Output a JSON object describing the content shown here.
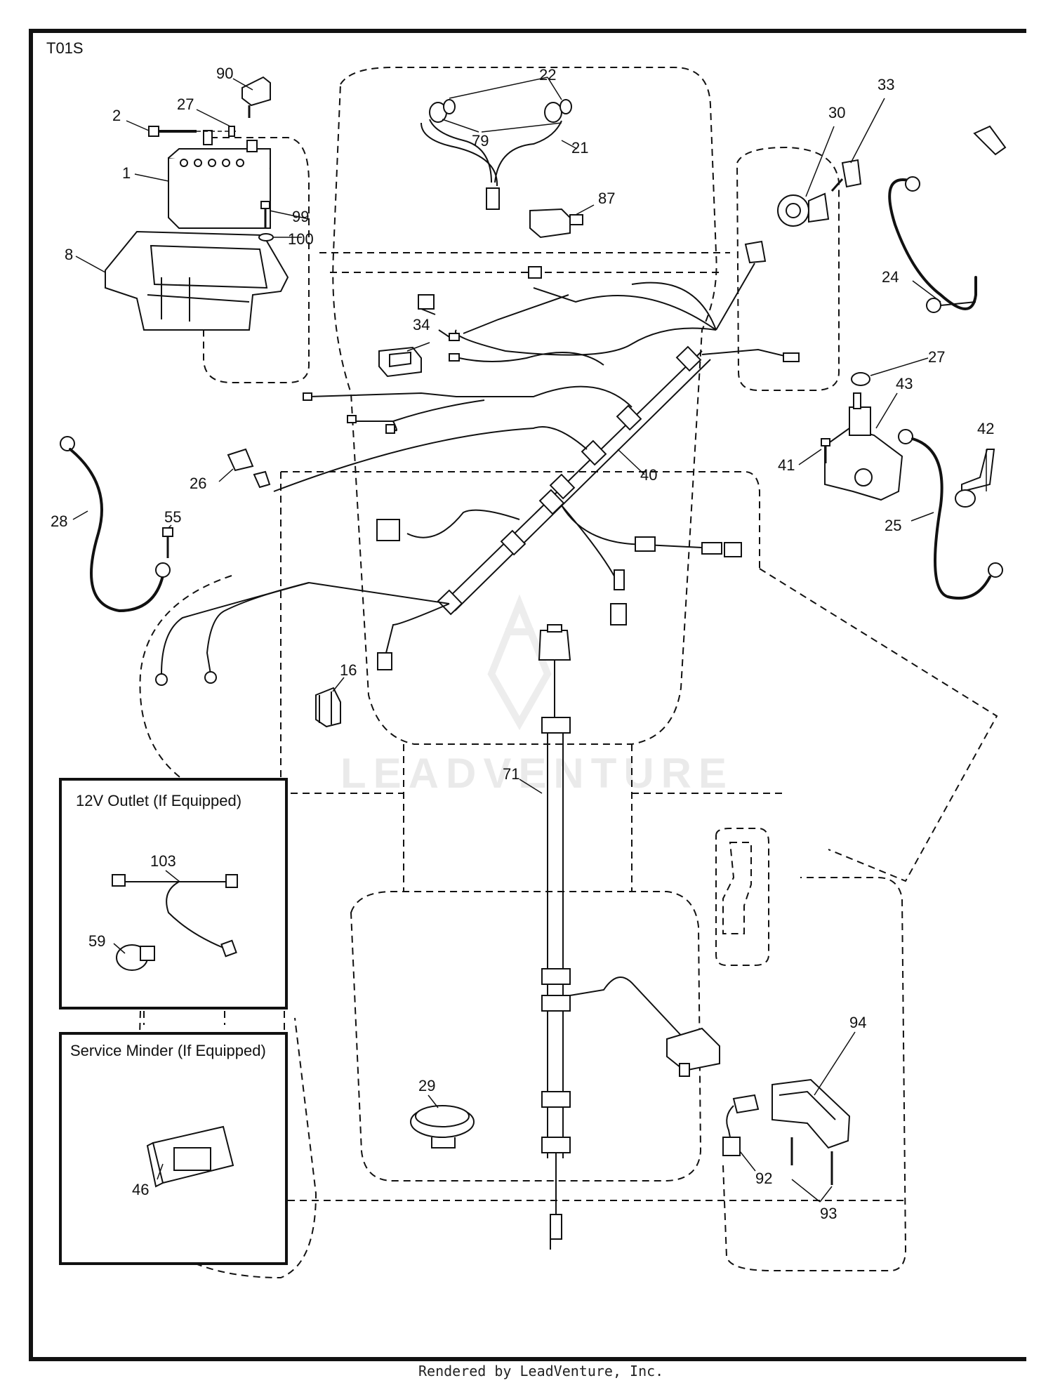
{
  "page": {
    "code": "T01S",
    "footer": "Rendered by LeadVenture, Inc.",
    "watermark": "LEADVENTURE"
  },
  "insets": {
    "outlet_title": "12V Outlet (If Equipped)",
    "minder_title": "Service Minder (If Equipped)"
  },
  "parts": {
    "p1": "1",
    "p2": "2",
    "p8": "8",
    "p16": "16",
    "p21": "21",
    "p22": "22",
    "p24": "24",
    "p25": "25",
    "p26": "26",
    "p27a": "27",
    "p27b": "27",
    "p28": "28",
    "p29": "29",
    "p30": "30",
    "p33": "33",
    "p34": "34",
    "p40": "40",
    "p41": "41",
    "p42": "42",
    "p43": "43",
    "p46": "46",
    "p55": "55",
    "p59": "59",
    "p71": "71",
    "p79": "79",
    "p87": "87",
    "p90": "90",
    "p92": "92",
    "p93": "93",
    "p94": "94",
    "p99": "99",
    "p100": "100",
    "p103": "103"
  }
}
